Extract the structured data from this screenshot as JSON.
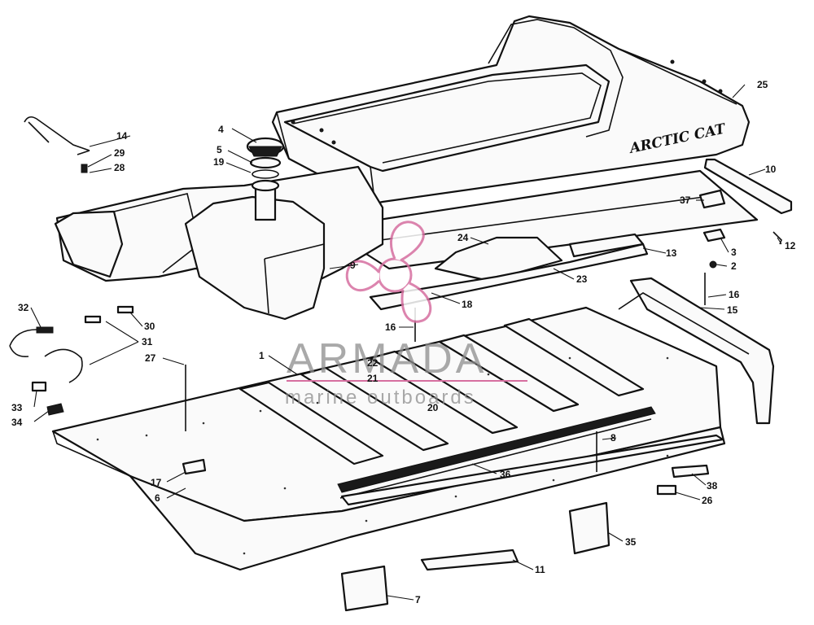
{
  "diagram": {
    "brand_text": "ARCTIC CAT",
    "watermark": {
      "name": "ARMADA",
      "tagline": "marine outboards",
      "color": "#d66fa0"
    },
    "callouts": [
      "1",
      "2",
      "3",
      "4",
      "5",
      "6",
      "7",
      "8",
      "9",
      "10",
      "11",
      "12",
      "13",
      "14",
      "15",
      "16",
      "16",
      "17",
      "18",
      "19",
      "20",
      "21",
      "22",
      "23",
      "24",
      "25",
      "26",
      "27",
      "28",
      "29",
      "30",
      "31",
      "32",
      "33",
      "34",
      "35",
      "36",
      "37",
      "38"
    ]
  }
}
